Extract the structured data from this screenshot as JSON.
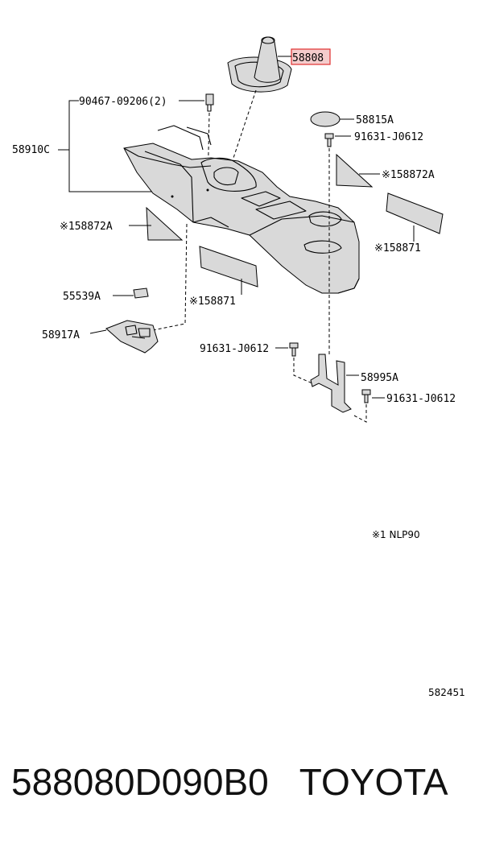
{
  "callouts": {
    "shift_boot": "58808",
    "clip": "90467-09206(2)",
    "console_box": "58910C",
    "cap": "58815A",
    "bolt_upper_right": "91631-J0612",
    "panel_right_a": "※158872A",
    "panel_left_a": "※158872A",
    "panel_right_b": "※158871",
    "panel_left_b": "※158871",
    "holder": "55539A",
    "plate": "58917A",
    "bolt_lower_left": "91631-J0612",
    "bracket": "58995A",
    "bolt_lower_right": "91631-J0612"
  },
  "note": "※1 NLP90",
  "diagram_id": "582451",
  "footer": {
    "part_number": "588080D090B0",
    "brand": "TOYOTA"
  },
  "colors": {
    "highlight_box": "#e03030",
    "part_fill": "#d9d9d9"
  }
}
